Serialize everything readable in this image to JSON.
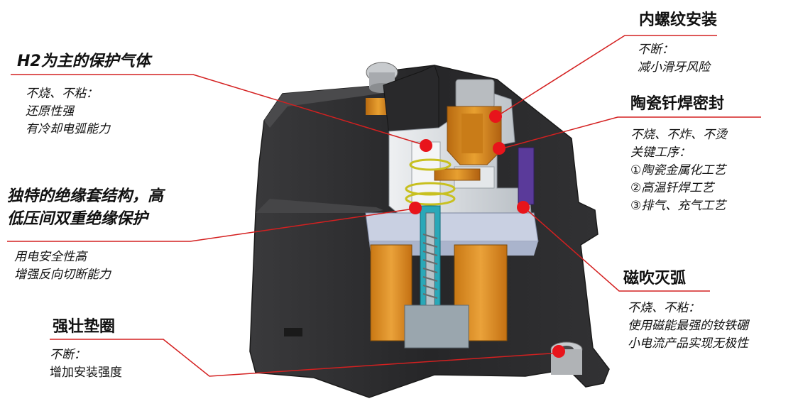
{
  "colors": {
    "leader_line": "#d42020",
    "dot": "#e8141b",
    "copper": "#d4861a",
    "coil": "#e09a2a",
    "insulator": "#2aa8b8",
    "ceramic": "#d9dde0",
    "magnet": "#5a3a9a",
    "housing": "#2e2e30"
  },
  "callouts": {
    "h2_gas": {
      "title": "H2为主的保护气体",
      "lines": [
        "不烧、不粘：",
        "还原性强",
        "有冷却电弧能力"
      ]
    },
    "insulation_sleeve": {
      "title_line1": "独特的绝缘套结构，高",
      "title_line2": "低压间双重绝缘保护",
      "lines": [
        "用电安全性高",
        "增强反向切断能力"
      ]
    },
    "washer": {
      "title": "强壮垫圈",
      "lines": [
        "不断：",
        "增加安装强度"
      ]
    },
    "thread_mount": {
      "title": "内螺纹安装",
      "lines": [
        "不断：",
        "减小滑牙风险"
      ]
    },
    "ceramic_seal": {
      "title": "陶瓷钎焊密封",
      "lines": [
        "不烧、不炸、不烫",
        "关键工序：",
        "①陶瓷金属化工艺",
        "②高温钎焊工艺",
        "③排气、充气工艺"
      ]
    },
    "magnetic_blowout": {
      "title": "磁吹灭弧",
      "lines": [
        "不烧、不粘：",
        "使用磁能最强的钕铁硼",
        "小电流产品实现无极性"
      ]
    }
  }
}
